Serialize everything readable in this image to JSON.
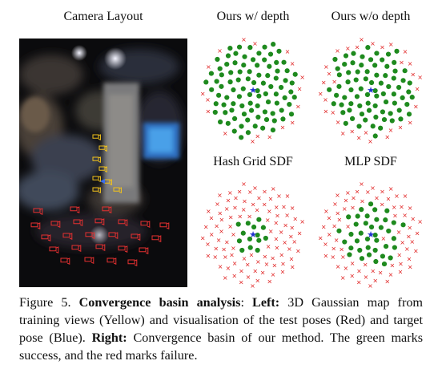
{
  "figure": {
    "left_panel_title": "Camera Layout",
    "right_panel_titles": [
      "Ours w/ depth",
      "Ours w/o depth",
      "Hash Grid SDF",
      "MLP SDF"
    ]
  },
  "caption": {
    "prefix": "Figure 5.",
    "title": "Convergence basin analysis",
    "left_label": "Left:",
    "left_text": "3D Gaussian map from training views (Yellow) and visualisation of the test poses (Red) and target pose (Blue).",
    "right_label": "Right:",
    "right_text": "Convergence basin of our method. The green marks success, and the red marks failure."
  },
  "colors": {
    "success": "#1e8a1e",
    "failure": "#e02020",
    "target": "#1f2fd0",
    "training_views": "#f2c21b",
    "test_poses": "#e53030"
  }
}
